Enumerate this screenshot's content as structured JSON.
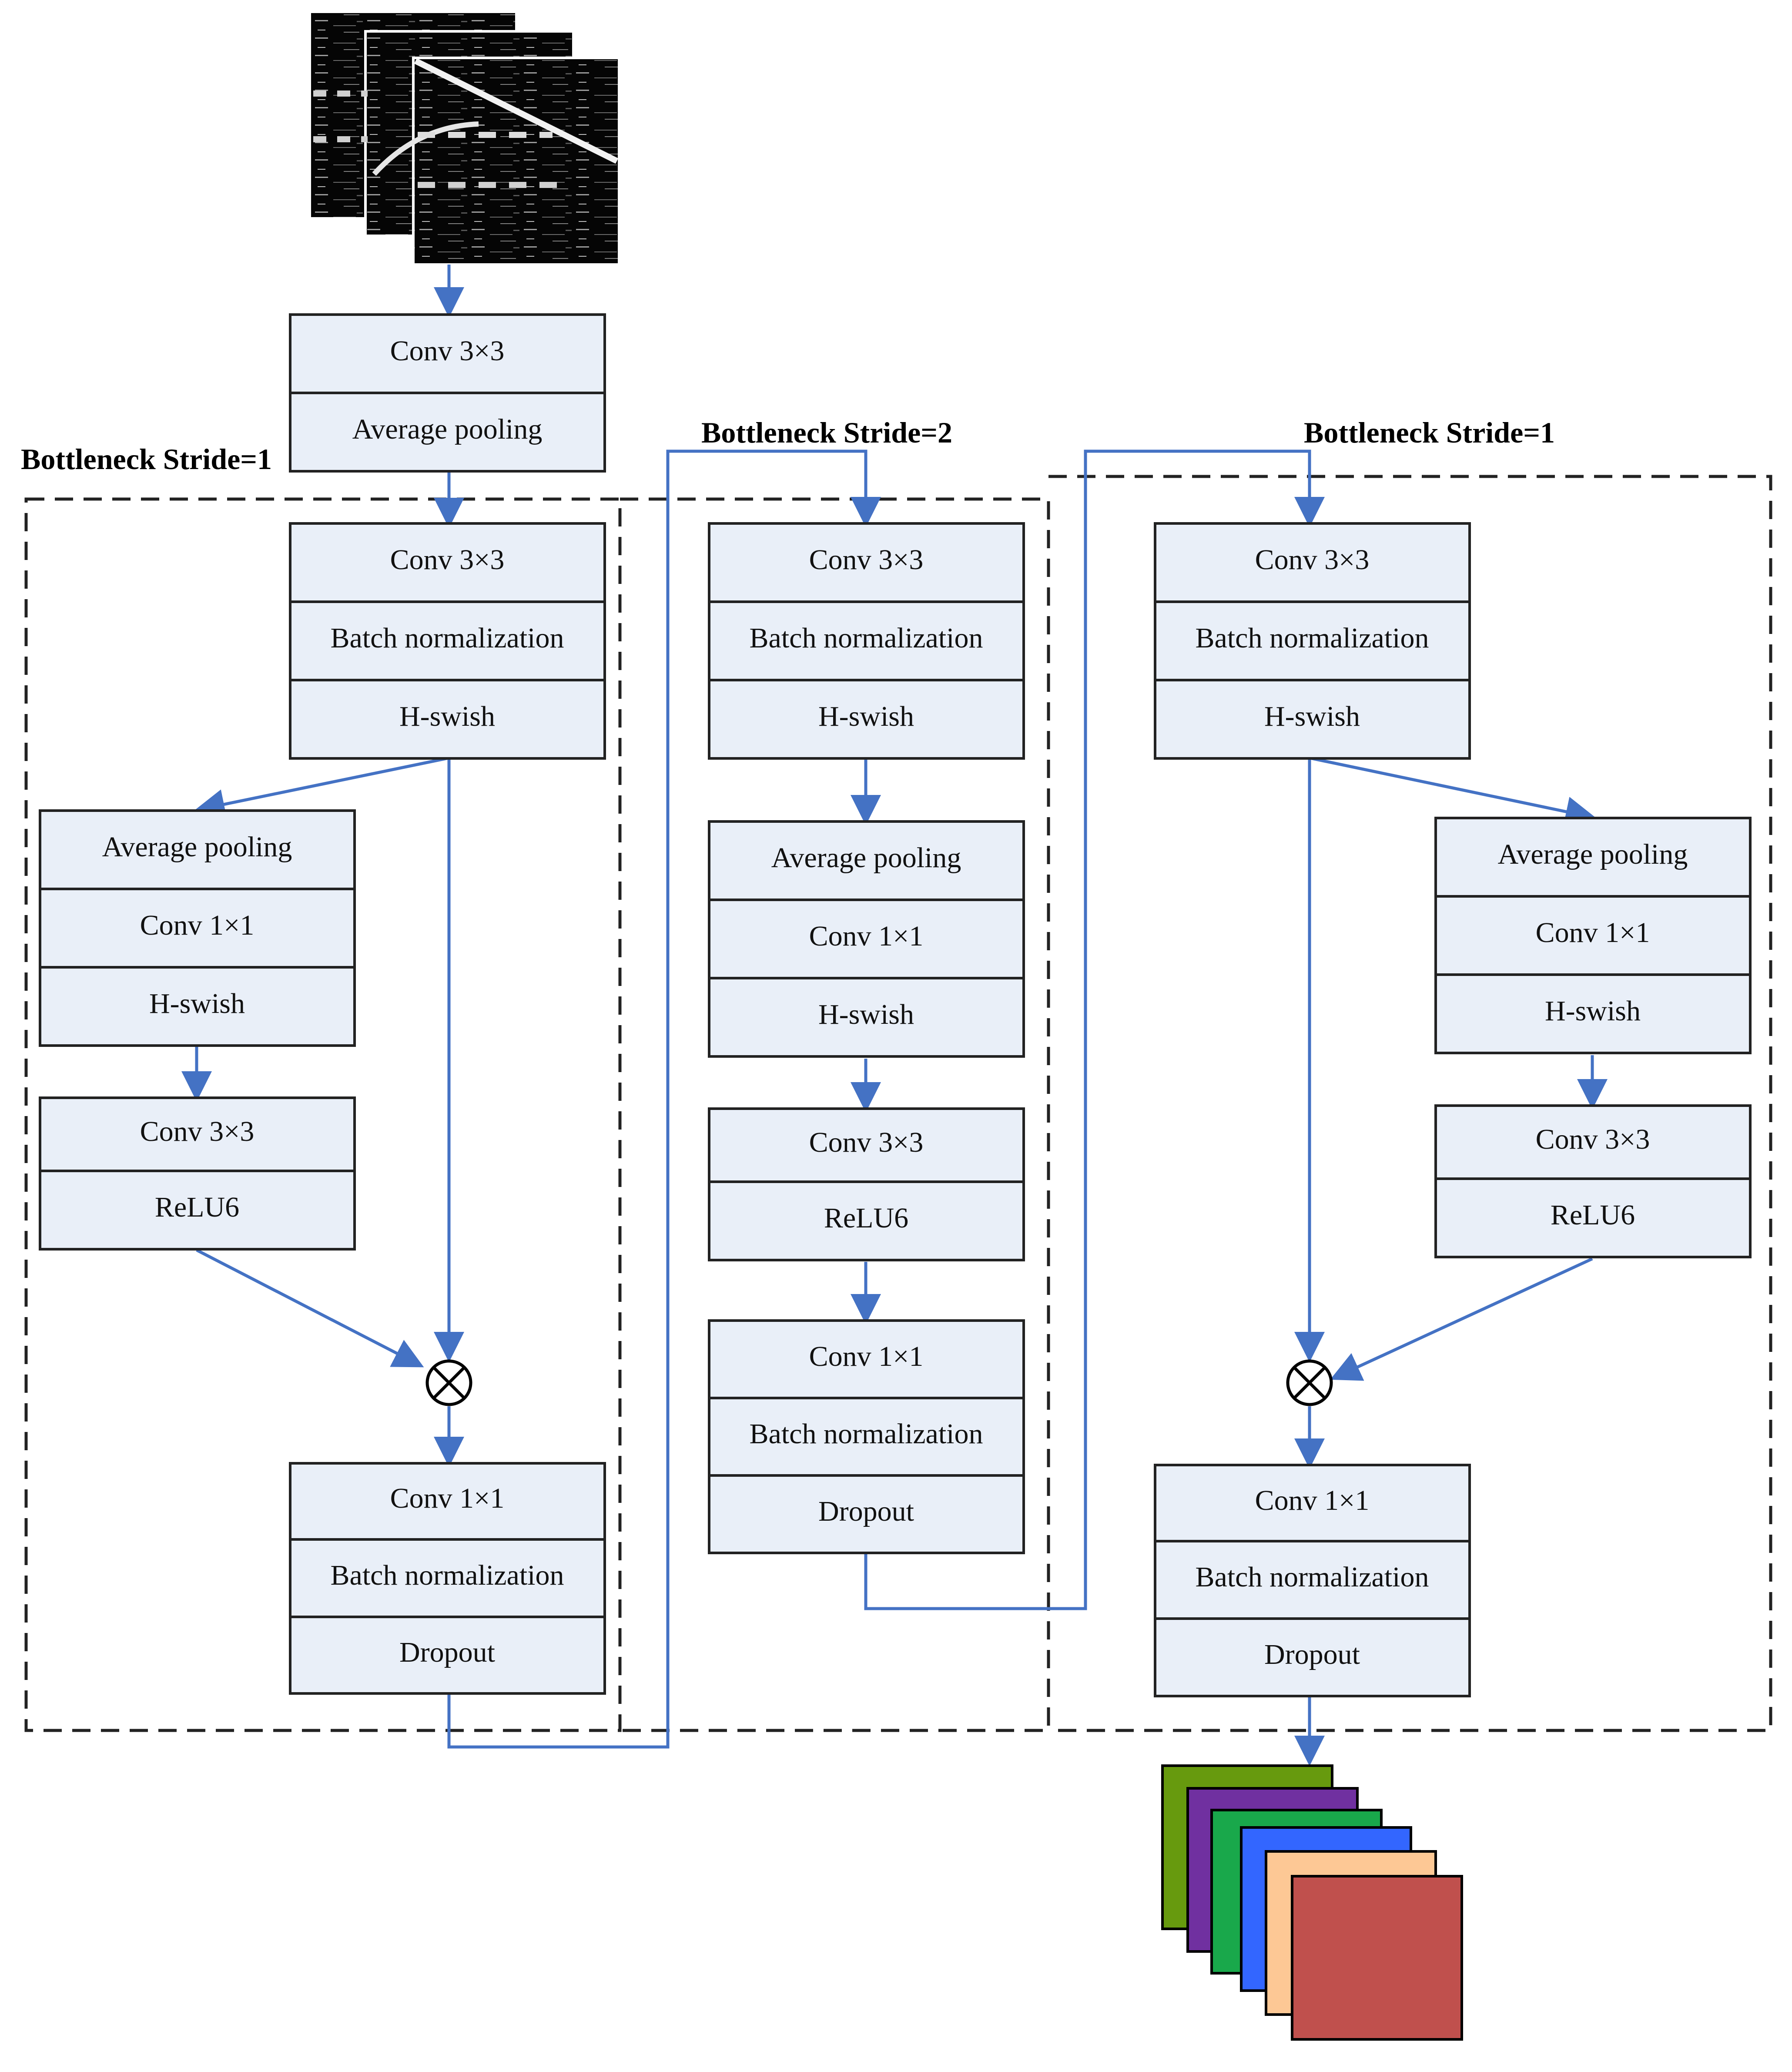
{
  "colors": {
    "cell_fill": "#e9eff8",
    "cell_stroke": "#222222",
    "arrow": "#4472c4",
    "dashed_border": "#222222",
    "output_stack": [
      "#679a0e",
      "#7030a0",
      "#19a84b",
      "#3366ff",
      "#fdc895",
      "#c0504d"
    ]
  },
  "input_stack": {
    "icon": "spectrogram-image-stack"
  },
  "stem": {
    "cells": [
      "Conv 3×3",
      "Average pooling"
    ]
  },
  "blocks": [
    {
      "title": "Bottleneck Stride=1",
      "main": [
        "Conv 3×3",
        "Batch normalization",
        "H-swish"
      ],
      "branch_a": [
        "Average pooling",
        "Conv 1×1",
        "H-swish"
      ],
      "branch_b": [
        "Conv 3×3",
        "ReLU6"
      ],
      "multiply_symbol": "×",
      "output": [
        "Conv 1×1",
        "Batch normalization",
        "Dropout"
      ]
    },
    {
      "title": "Bottleneck Stride=2",
      "main": [
        "Conv 3×3",
        "Batch normalization",
        "H-swish"
      ],
      "branch_a": [
        "Average pooling",
        "Conv 1×1",
        "H-swish"
      ],
      "branch_b": [
        "Conv 3×3",
        "ReLU6"
      ],
      "output": [
        "Conv 1×1",
        "Batch normalization",
        "Dropout"
      ]
    },
    {
      "title": "Bottleneck Stride=1",
      "main": [
        "Conv 3×3",
        "Batch normalization",
        "H-swish"
      ],
      "branch_a": [
        "Average pooling",
        "Conv 1×1",
        "H-swish"
      ],
      "branch_b": [
        "Conv 3×3",
        "ReLU6"
      ],
      "multiply_symbol": "×",
      "output": [
        "Conv 1×1",
        "Batch normalization",
        "Dropout"
      ]
    }
  ],
  "output_stack": {
    "icon": "feature-map-stack"
  }
}
